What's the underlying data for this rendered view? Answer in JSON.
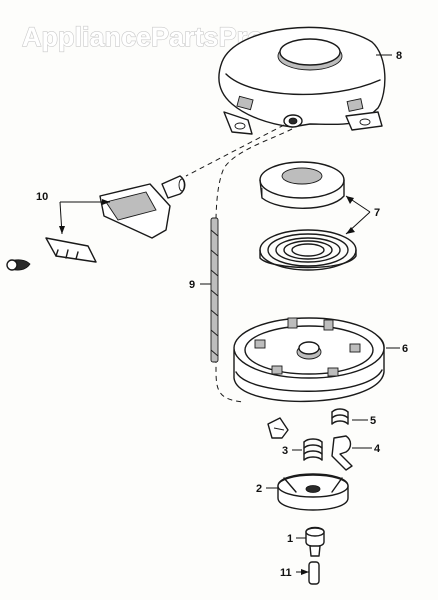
{
  "watermark": "AppliancePartsPros.com",
  "labels": {
    "p1": "1",
    "p2": "2",
    "p3": "3",
    "p4": "4",
    "p5": "5",
    "p6": "6",
    "p7": "7",
    "p8": "8",
    "p9": "9",
    "p10": "10",
    "p11": "11"
  }
}
